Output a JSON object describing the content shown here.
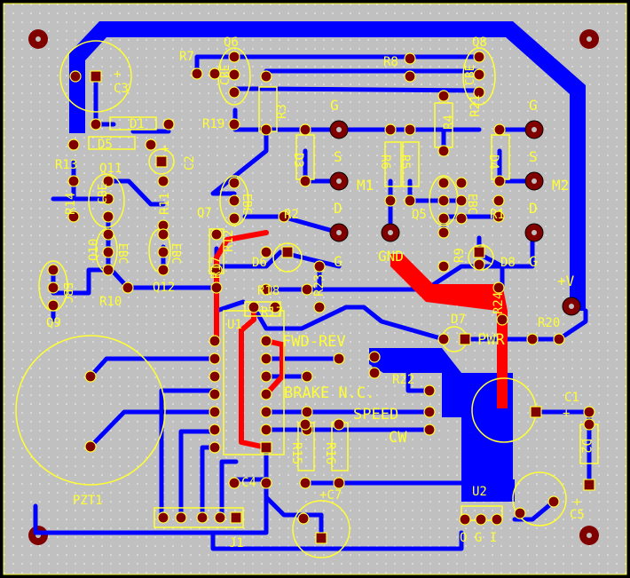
{
  "colors": {
    "background": "#000000",
    "board": "#c0c0c0",
    "bottom_trace": "#0000ff",
    "top_trace": "#ff0000",
    "pad": "#800000",
    "silkscreen": "#ffff33"
  },
  "labels": {
    "r7": "R7",
    "q6": "Q6",
    "r8": "R8",
    "q8": "Q8",
    "c3": "C3",
    "c3_plus": "+",
    "d1": "D1",
    "r19": "R19",
    "r3": "R3",
    "g_m1": "G",
    "r21": "R21",
    "r4": "R4",
    "g_m2": "G",
    "d5": "D5",
    "c2": "C2",
    "c2_plus": "+",
    "d3": "D3",
    "s_m1": "S",
    "r6": "R6",
    "r5": "R5",
    "s_m2": "S",
    "d4": "D4",
    "r13": "R13",
    "q11": "Q11",
    "m1": "M1",
    "m2": "M2",
    "r14": "R14",
    "r11": "R11",
    "q7": "Q7",
    "r2": "R2",
    "d_m1": "D",
    "q5": "Q5",
    "r1": "R1",
    "d_m2": "D",
    "q10": "Q10",
    "r12": "R12",
    "d6": "D6",
    "g_mid": "G",
    "gnd": "GND",
    "r9": "R9",
    "d8": "D8",
    "g_right": "G",
    "q12": "Q12",
    "r17_top": "R17",
    "r18": "R18",
    "r23": "R23",
    "plus_v": "+V",
    "r10": "R10",
    "q9": "Q9",
    "r24": "R24",
    "r17": "R17",
    "u1": "U1",
    "d7": "D7",
    "r20": "R20",
    "fwd_rev": "FWD-REV",
    "pwr": "PWR",
    "r22": "R22",
    "brake": "BRAKE N.C.",
    "c1": "C1",
    "c1_plus": "+",
    "speed": "SPEED",
    "cw": "CW",
    "r15": "R15",
    "r16": "R16",
    "d2": "D2",
    "pzt1": "PZT1",
    "c4": "C4",
    "c7": "+C7",
    "u2": "U2",
    "c5": "C5",
    "c5_plus": "+",
    "j1": "J1",
    "u2_pins": "O G I",
    "cbe": "CBE",
    "ebc": "EBC"
  }
}
